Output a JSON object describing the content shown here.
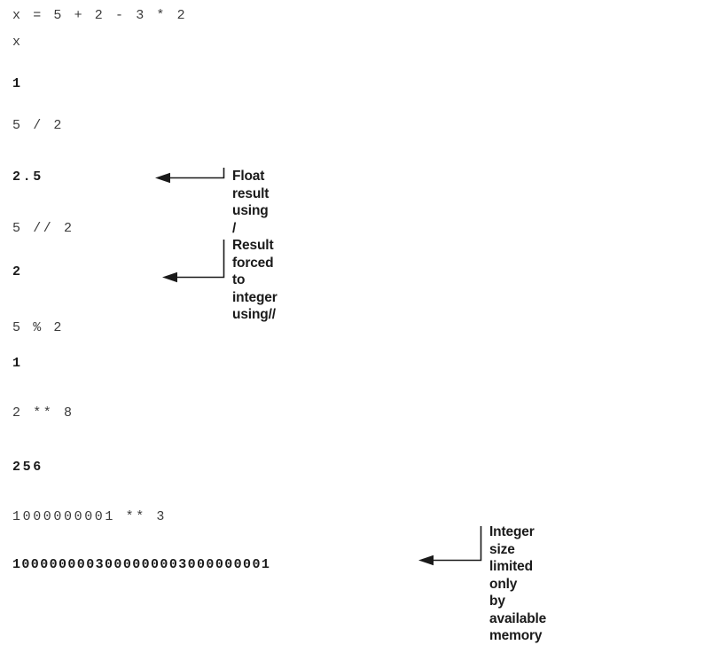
{
  "figure": {
    "type": "code-listing-with-callouts",
    "background_color": "#ffffff",
    "code_color": "#3b3b3b",
    "output_color": "#1a1a1a",
    "callout_color": "#1a1a1a",
    "lines": [
      {
        "id": "l1",
        "kind": "input",
        "text": "x = 5 + 2 - 3 * 2"
      },
      {
        "id": "l2",
        "kind": "input",
        "text": "x"
      },
      {
        "id": "l3",
        "kind": "output",
        "text": "1"
      },
      {
        "id": "l4",
        "kind": "input",
        "text": "5 / 2"
      },
      {
        "id": "l5",
        "kind": "output",
        "text": "2.5"
      },
      {
        "id": "l6",
        "kind": "input",
        "text": "5 // 2"
      },
      {
        "id": "l7",
        "kind": "output",
        "text": "2"
      },
      {
        "id": "l8",
        "kind": "input",
        "text": "5 % 2"
      },
      {
        "id": "l9",
        "kind": "output",
        "text": "1"
      },
      {
        "id": "l10",
        "kind": "input",
        "text": "2 ** 8"
      },
      {
        "id": "l11",
        "kind": "output",
        "text": "256"
      },
      {
        "id": "l12",
        "kind": "input",
        "text": "1000000001 ** 3"
      },
      {
        "id": "l13",
        "kind": "output",
        "text": "1000000003000000003000000001"
      }
    ],
    "callouts": [
      {
        "id": "c1",
        "text": "Float result using /",
        "target_line": "l5"
      },
      {
        "id": "c2",
        "text": "Result forced to\ninteger using//",
        "target_line": "l7"
      },
      {
        "id": "c3",
        "text": "Integer size limited only\nby available memory",
        "target_line": "l13"
      }
    ]
  }
}
